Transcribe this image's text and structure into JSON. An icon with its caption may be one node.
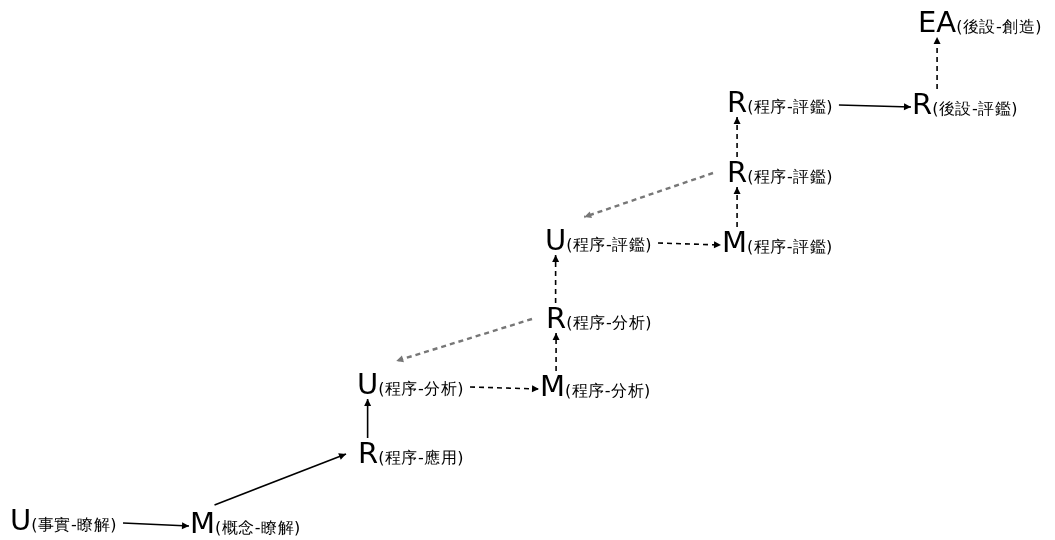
{
  "diagram": {
    "nodes": [
      {
        "text": [
          "EA",
          "(後設-創造)"
        ]
      },
      {
        "text": [
          "R",
          "(程序-評鑑)"
        ]
      },
      {
        "text": [
          "R",
          "(後設-評鑑)"
        ]
      },
      {
        "text": [
          "R",
          "(程序-評鑑)"
        ]
      },
      {
        "text": [
          "U",
          "(程序-評鑑)"
        ]
      },
      {
        "text": [
          "M",
          "(程序-評鑑)"
        ]
      },
      {
        "text": [
          "R",
          "(程序-分析)"
        ]
      },
      {
        "text": [
          "U",
          "(程序-分析)"
        ]
      },
      {
        "text": [
          "M",
          "(程序-分析)"
        ]
      },
      {
        "text": [
          "R",
          "(程序-應用)"
        ]
      },
      {
        "text": [
          "U",
          "(事實-瞭解)"
        ]
      },
      {
        "text": [
          "M",
          "(概念-瞭解)"
        ]
      }
    ],
    "edges": [
      {
        "from": 10,
        "to": 11,
        "arrow": "to"
      },
      {
        "from": 11,
        "to": 9,
        "arrow": "to"
      },
      {
        "from": 9,
        "to": 7,
        "arrow": "to"
      },
      {
        "from": 7,
        "to": 8,
        "arrow": "to",
        "style": "dashed"
      },
      {
        "from": 8,
        "to": 6,
        "arrow": "to",
        "style": "dashed"
      },
      {
        "from": 6,
        "to": 7,
        "arrow": "to",
        "style": "dashed",
        "color": "#777777"
      },
      {
        "from": 6,
        "to": 4,
        "arrow": "to",
        "style": "dashed"
      },
      {
        "from": 4,
        "to": 5,
        "arrow": "to",
        "style": "dashed"
      },
      {
        "from": 5,
        "to": 3,
        "arrow": "to",
        "style": "dashed"
      },
      {
        "from": 3,
        "to": 4,
        "arrow": "to",
        "style": "dashed",
        "color": "#777777"
      },
      {
        "from": 3,
        "to": 1,
        "arrow": "to",
        "style": "dashed"
      },
      {
        "from": 1,
        "to": 2,
        "arrow": "to"
      },
      {
        "from": 2,
        "to": 0,
        "arrow": "to",
        "style": "dashed"
      }
    ]
  }
}
